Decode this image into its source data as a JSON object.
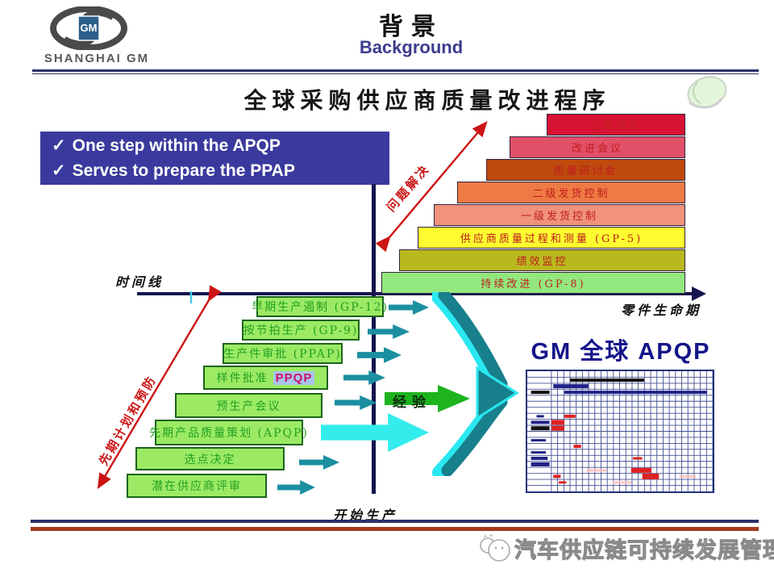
{
  "header": {
    "logo_text": "SHANGHAI GM",
    "logo_badge": "GM",
    "title_cn": "背景",
    "title_en": "Background"
  },
  "diagram": {
    "title": "全球采购供应商质量改进程序",
    "callout": {
      "check": "✓",
      "items": [
        "One step within the APQP",
        "Serves to prepare the PPAP"
      ]
    },
    "labels": {
      "timeline": "时间线",
      "part_life": "零件生命期",
      "start_production": "开始生产",
      "problem_solving": "问题解决",
      "advance_planning": "先期计划和预防",
      "experience": "经验",
      "gm_apqp": "GM 全球 APQP"
    },
    "upper_steps": [
      {
        "label": "全球采购",
        "color": "#d81233"
      },
      {
        "label": "改进会议",
        "color": "#e25068"
      },
      {
        "label": "质量研讨会",
        "color": "#bf4a0e"
      },
      {
        "label": "二级发货控制",
        "color": "#ee7a44"
      },
      {
        "label": "一级发货控制",
        "color": "#f0927c"
      },
      {
        "label": "供应商质量过程和测量 (GP-5)",
        "color": "#fcfc30"
      },
      {
        "label": "绩效监控",
        "color": "#b9b91e"
      },
      {
        "label": "持续改进 (GP-8)",
        "color": "#92e87e"
      }
    ],
    "lower_steps": [
      {
        "label": "早期生产遏制 (GP-12)"
      },
      {
        "label": "按节拍生产 (GP-9)"
      },
      {
        "label": "生产件审批 (PPAP)"
      },
      {
        "label": "样件批准",
        "highlight": "PPQP"
      },
      {
        "label": "预生产会议"
      },
      {
        "label": "先期产品质量策划 (APQP)"
      },
      {
        "label": "选点决定"
      },
      {
        "label": "潜在供应商评审"
      }
    ],
    "colors": {
      "accent_navy": "#2f2f6b",
      "callout_blue": "#3a3a9e",
      "axis_navy": "#14144e",
      "arrow_teal": "#1b8fa0",
      "arrow_cyan": "#35ecec",
      "arrow_green": "#1eb41e",
      "red": "#cc1414",
      "lower_bar_green": "#9cea64",
      "footer_red": "#a23b1c"
    }
  },
  "footer": {
    "watermark": "汽车供应链可持续发展管理"
  },
  "chart_data": {
    "type": "gantt-thumbnail",
    "title": "GM 全球 APQP",
    "rows": 20,
    "cols": 26,
    "label_margin_frac": 0.13,
    "grid_color": "#445093",
    "bars": [
      {
        "row": 2,
        "x0": 0.23,
        "x1": 0.63,
        "color": "#111111",
        "thick": 4
      },
      {
        "row": 3,
        "x0": 0.14,
        "x1": 0.33,
        "color": "#222288",
        "thick": 5
      },
      {
        "row": 4,
        "x0": 0.2,
        "x1": 0.97,
        "color": "#222288",
        "thick": 4
      },
      {
        "row": 4,
        "x0": 0.02,
        "x1": 0.12,
        "color": "#111111",
        "thick": 4
      },
      {
        "row": 8,
        "x0": 0.05,
        "x1": 0.09,
        "color": "#222288",
        "thick": 3
      },
      {
        "row": 9,
        "x0": 0.02,
        "x1": 0.12,
        "color": "#222288",
        "thick": 4
      },
      {
        "row": 10,
        "x0": 0.02,
        "x1": 0.12,
        "color": "#111111",
        "thick": 5
      },
      {
        "row": 12,
        "x0": 0.02,
        "x1": 0.1,
        "color": "#222288",
        "thick": 3
      },
      {
        "row": 14,
        "x0": 0.02,
        "x1": 0.1,
        "color": "#222288",
        "thick": 3
      },
      {
        "row": 15,
        "x0": 0.02,
        "x1": 0.11,
        "color": "#222288",
        "thick": 4
      },
      {
        "row": 16,
        "x0": 0.02,
        "x1": 0.12,
        "color": "#222288",
        "thick": 5
      },
      {
        "row": 8,
        "x0": 0.2,
        "x1": 0.26,
        "color": "#dd2222",
        "thick": 4
      },
      {
        "row": 9,
        "x0": 0.13,
        "x1": 0.2,
        "color": "#dd2222",
        "thick": 6
      },
      {
        "row": 10,
        "x0": 0.13,
        "x1": 0.2,
        "color": "#dd2222",
        "thick": 6
      },
      {
        "row": 13,
        "x0": 0.25,
        "x1": 0.29,
        "color": "#dd2222",
        "thick": 4
      },
      {
        "row": 15,
        "x0": 0.57,
        "x1": 0.62,
        "color": "#dd2222",
        "thick": 3
      },
      {
        "row": 17,
        "x0": 0.56,
        "x1": 0.67,
        "color": "#dd2222",
        "thick": 6
      },
      {
        "row": 18,
        "x0": 0.62,
        "x1": 0.71,
        "color": "#dd2222",
        "thick": 7
      },
      {
        "row": 18,
        "x0": 0.14,
        "x1": 0.18,
        "color": "#dd2222",
        "thick": 4
      },
      {
        "row": 19,
        "x0": 0.17,
        "x1": 0.21,
        "color": "#dd2222",
        "thick": 3
      },
      {
        "row": 17,
        "x0": 0.32,
        "x1": 0.43,
        "color": "#ffc4c4",
        "thick": 3
      },
      {
        "row": 19,
        "x0": 0.46,
        "x1": 0.56,
        "color": "#ffc4c4",
        "thick": 3
      },
      {
        "row": 18,
        "x0": 0.82,
        "x1": 0.91,
        "color": "#ffc4c4",
        "thick": 3
      }
    ]
  }
}
